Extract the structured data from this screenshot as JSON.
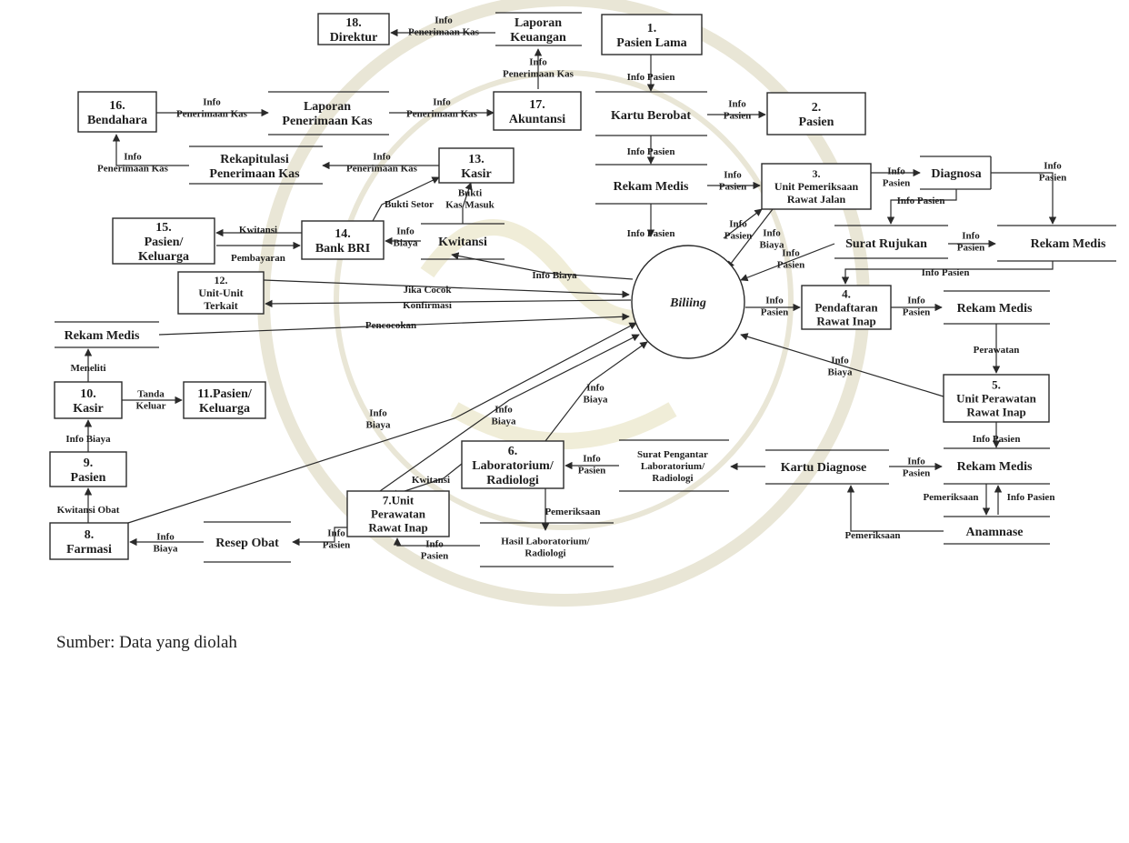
{
  "entities": [
    {
      "id": "pasien_lama",
      "lines": [
        "1.",
        "Pasien Lama"
      ]
    },
    {
      "id": "pasien2",
      "lines": [
        "2.",
        "Pasien"
      ]
    },
    {
      "id": "upj",
      "lines": [
        "3.",
        "Unit Pemeriksaan",
        "Rawat Jalan"
      ]
    },
    {
      "id": "pri",
      "lines": [
        "4.",
        "Pendaftaran",
        "Rawat Inap"
      ]
    },
    {
      "id": "upri5",
      "lines": [
        "5.",
        "Unit Perawatan",
        "Rawat Inap"
      ]
    },
    {
      "id": "lab",
      "lines": [
        "6.",
        "Laboratorium/",
        "Radiologi"
      ]
    },
    {
      "id": "upri7",
      "lines": [
        "7.Unit",
        "Perawatan",
        "Rawat Inap"
      ]
    },
    {
      "id": "farmasi",
      "lines": [
        "8.",
        "Farmasi"
      ]
    },
    {
      "id": "pasien9",
      "lines": [
        "9.",
        "Pasien"
      ]
    },
    {
      "id": "kasir10",
      "lines": [
        "10.",
        "Kasir"
      ]
    },
    {
      "id": "pk11",
      "lines": [
        "11.Pasien/",
        "Keluarga"
      ]
    },
    {
      "id": "unit12",
      "lines": [
        "12.",
        "Unit-Unit",
        "Terkait"
      ]
    },
    {
      "id": "kasir13",
      "lines": [
        "13.",
        "Kasir"
      ]
    },
    {
      "id": "bri",
      "lines": [
        "14.",
        "Bank BRI"
      ]
    },
    {
      "id": "pk15",
      "lines": [
        "15.",
        "Pasien/",
        "Keluarga"
      ]
    },
    {
      "id": "bendahara",
      "lines": [
        "16.",
        "Bendahara"
      ]
    },
    {
      "id": "akuntansi",
      "lines": [
        "17.",
        "Akuntansi"
      ]
    },
    {
      "id": "direktur",
      "lines": [
        "18.",
        "Direktur"
      ]
    }
  ],
  "stores": [
    {
      "id": "kartu_berobat",
      "lines": [
        "Kartu Berobat"
      ]
    },
    {
      "id": "rm_top",
      "lines": [
        "Rekam Medis"
      ]
    },
    {
      "id": "lap_keu",
      "lines": [
        "Laporan",
        "Keuangan"
      ]
    },
    {
      "id": "lap_pk",
      "lines": [
        "Laporan",
        "Penerimaan Kas"
      ]
    },
    {
      "id": "rekap",
      "lines": [
        "Rekapitulasi",
        "Penerimaan Kas"
      ]
    },
    {
      "id": "kwitansi",
      "lines": [
        "Kwitansi"
      ]
    },
    {
      "id": "rm_left",
      "lines": [
        "Rekam Medis"
      ]
    },
    {
      "id": "diagnosa",
      "lines": [
        "Diagnosa"
      ]
    },
    {
      "id": "surat_rujukan",
      "lines": [
        "Surat Rujukan"
      ]
    },
    {
      "id": "rm_right1",
      "lines": [
        "Rekam Medis"
      ]
    },
    {
      "id": "rm_right2",
      "lines": [
        "Rekam Medis"
      ]
    },
    {
      "id": "rm_right3",
      "lines": [
        "Rekam Medis"
      ]
    },
    {
      "id": "anamnase",
      "lines": [
        "Anamnase"
      ]
    },
    {
      "id": "kartu_diagnose",
      "lines": [
        "Kartu Diagnose"
      ]
    },
    {
      "id": "surat_pengantar",
      "lines": [
        "Surat Pengantar",
        "Laboratorium/",
        "Radiologi"
      ]
    },
    {
      "id": "hasil_lab",
      "lines": [
        "Hasil Laboratorium/",
        "Radiologi"
      ]
    },
    {
      "id": "resep",
      "lines": [
        "Resep Obat"
      ]
    }
  ],
  "center_process": {
    "label": "Biliing"
  },
  "flows": {
    "dir_lapkeu": [
      "Info",
      "Penerimaan Kas"
    ],
    "lapkeu_akun": [
      "Info",
      "Penerimaan Kas"
    ],
    "bend_lappk": [
      "Info",
      "Penerimaan Kas"
    ],
    "lappk_akun": [
      "Info",
      "Penerimaan Kas"
    ],
    "bend_rekap": [
      "Info",
      "Penerimaan Kas"
    ],
    "rekap_kasir13": [
      "Info",
      "Penerimaan Kas"
    ],
    "pl_kb": [
      "Info Pasien"
    ],
    "kb_p2": [
      "Info",
      "Pasien"
    ],
    "kb_rm": [
      "Info Pasien"
    ],
    "rm_upj": [
      "Info",
      "Pasien"
    ],
    "rm_bil": [
      "Info Pasien"
    ],
    "bukti_setor": [
      "Bukti Setor"
    ],
    "bukti_kas": [
      "Bukti",
      "Kas Masuk"
    ],
    "kwitansi_bri": [
      "Kwitansi"
    ],
    "pembayaran": [
      "Pembayaran"
    ],
    "info_biaya_bri": [
      "Info",
      "Biaya"
    ],
    "info_biaya_kwi": [
      "Info Biaya"
    ],
    "jika_cocok": [
      "Jika Cocok"
    ],
    "konfirmasi": [
      "Konfirmasi"
    ],
    "pencocokan": [
      "Pencocokan"
    ],
    "meneliti": [
      "Meneliti"
    ],
    "tanda_keluar": [
      "Tanda",
      "Keluar"
    ],
    "info_biaya_9": [
      "Info Biaya"
    ],
    "kwitansi_obat": [
      "Kwitansi Obat"
    ],
    "info_biaya_farm": [
      "Info",
      "Biaya"
    ],
    "farm_bil": [
      "Info",
      "Biaya"
    ],
    "upri7_bil": [
      "Info",
      "Biaya"
    ],
    "lab_bil": [
      "Info",
      "Biaya"
    ],
    "kwitansi_lab": [
      "Kwitansi"
    ],
    "info_pasien_resep": [
      "Info",
      "Pasien"
    ],
    "info_pasien_hasil": [
      "Info",
      "Pasien"
    ],
    "pemeriksaan_lab": [
      "Pemeriksaan"
    ],
    "info_pasien_lab": [
      "Info",
      "Pasien"
    ],
    "upj_diag": [
      "Info",
      "Pasien"
    ],
    "diag_info_pasien": [
      "Info Pasien"
    ],
    "diag_rm": [
      "Info",
      "Pasien"
    ],
    "upj_bil_pasien": [
      "Info",
      "Pasien"
    ],
    "upj_bil_biaya": [
      "Info",
      "Biaya"
    ],
    "sr_bil": [
      "Info",
      "Pasien"
    ],
    "sr_rm": [
      "Info",
      "Pasien"
    ],
    "rm_pri": [
      "Info Pasien"
    ],
    "bil_pri": [
      "Info",
      "Pasien"
    ],
    "pri_rm": [
      "Info",
      "Pasien"
    ],
    "perawatan": [
      "Perawatan"
    ],
    "upri5_bil": [
      "Info",
      "Biaya"
    ],
    "upri5_rm": [
      "Info Pasien"
    ],
    "kd_rm": [
      "Info",
      "Pasien"
    ],
    "pemeriksaan_r": [
      "Pemeriksaan"
    ],
    "info_pasien_r": [
      "Info Pasien"
    ],
    "pemeriksaan_kd": [
      "Pemeriksaan"
    ]
  },
  "caption": "Sumber: Data yang diolah"
}
